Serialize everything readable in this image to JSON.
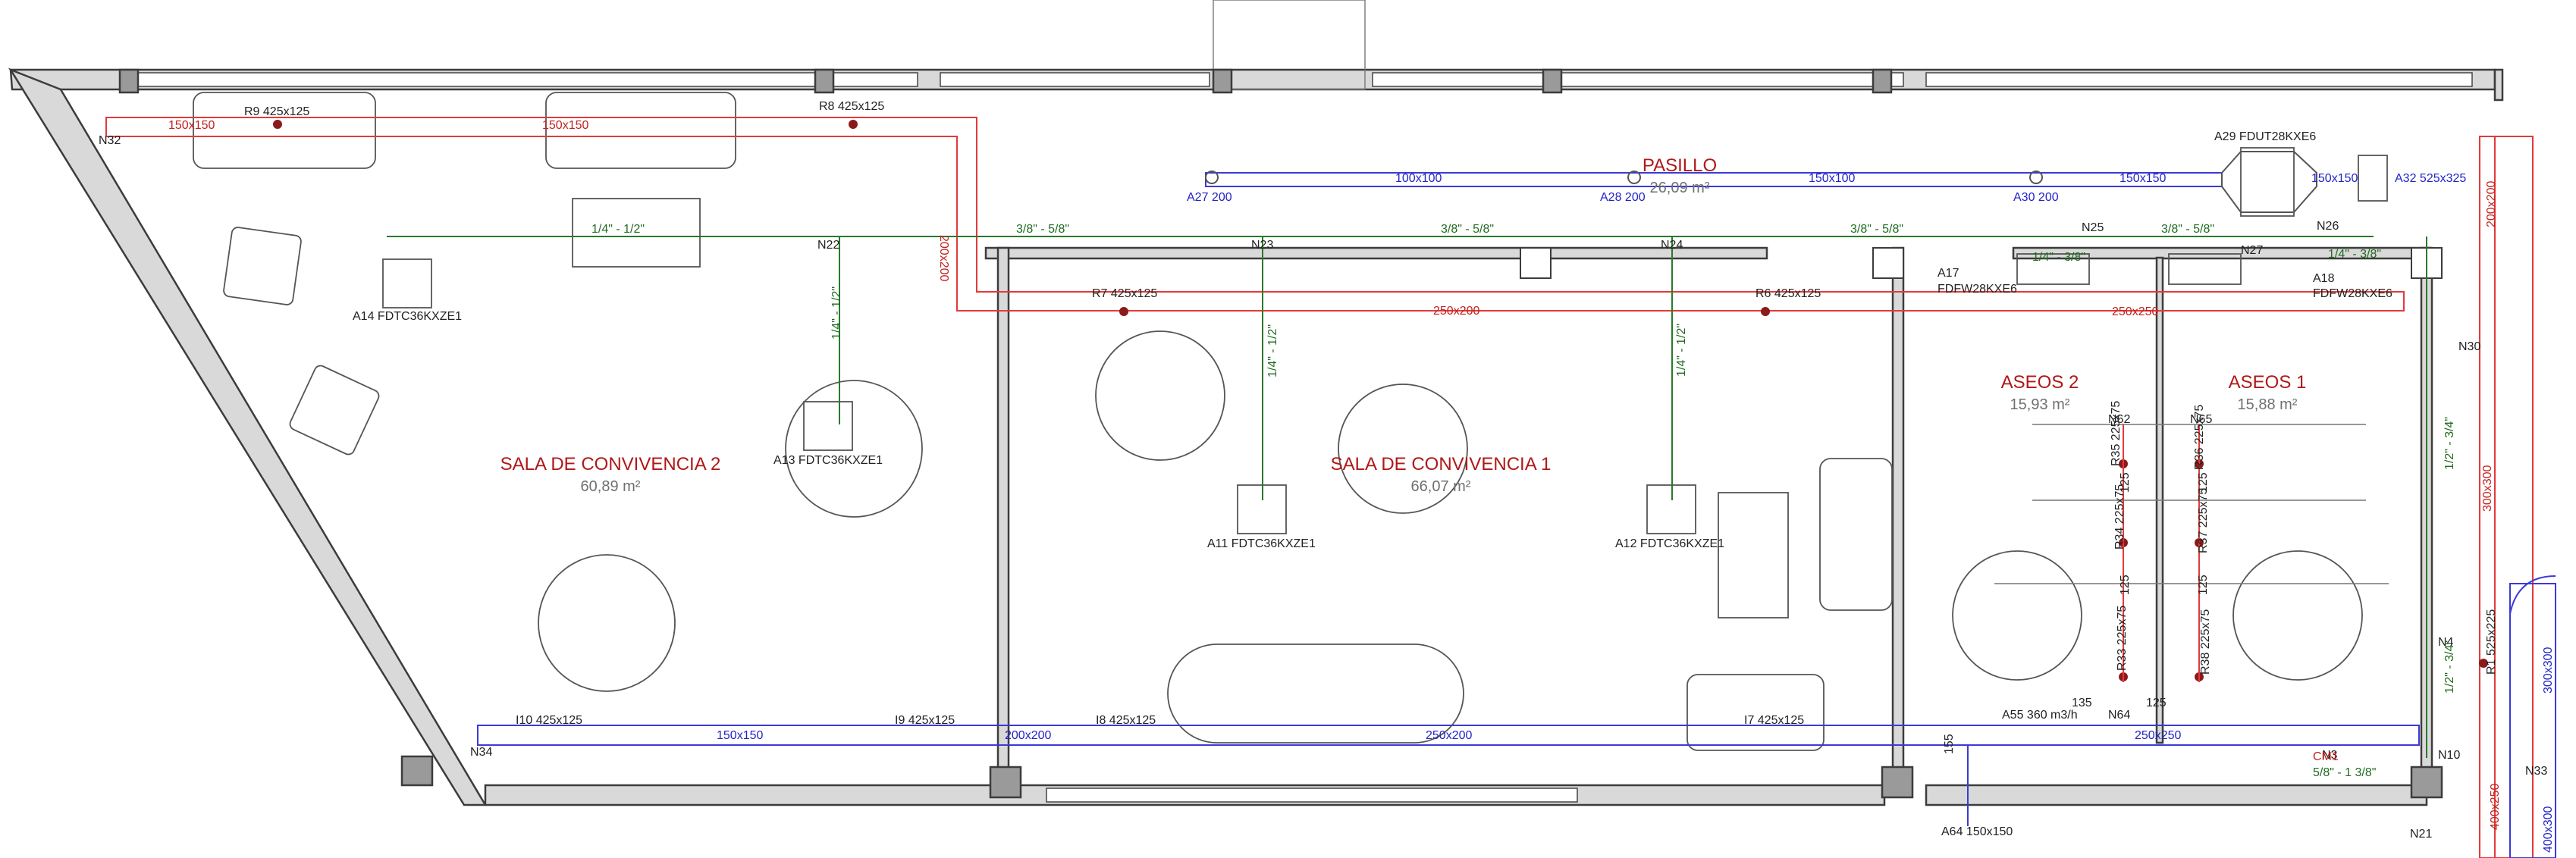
{
  "rooms": {
    "sala2": {
      "name": "SALA DE CONVIVENCIA 2",
      "area": "60,89 m²"
    },
    "sala1": {
      "name": "SALA DE CONVIVENCIA 1",
      "area": "66,07 m²"
    },
    "pasillo": {
      "name": "PASILLO",
      "area": "26,09 m²"
    },
    "aseos2": {
      "name": "ASEOS 2",
      "area": "15,93 m²"
    },
    "aseos1": {
      "name": "ASEOS 1",
      "area": "15,88 m²"
    }
  },
  "units": {
    "a14": "A14  FDTC36KXZE1",
    "a13": "A13  FDTC36KXZE1",
    "a11": "A11  FDTC36KXZE1",
    "a12": "A12  FDTC36KXZE1",
    "a29": "A29  FDUT28KXE6",
    "a17a": "A17",
    "a17b": "FDFW28KXE6",
    "a18a": "A18",
    "a18b": "FDFW28KXE6"
  },
  "nodes": {
    "n32": "N32",
    "n22": "N22",
    "n23": "N23",
    "n24": "N24",
    "n25": "N25",
    "n26": "N26",
    "n27": "N27",
    "n30": "N30",
    "n34": "N34",
    "n62": "N62",
    "n65": "N65",
    "n64": "N64",
    "n3": "N3",
    "n4": "N4",
    "n10": "N10",
    "n33": "N33",
    "n21": "N21"
  },
  "red_ducts": {
    "d150_1": "150x150",
    "r9": "R9 425x125",
    "d150_2": "150x150",
    "r8": "R8 425x125",
    "d200v": "200x200",
    "r7": "R7 425x125",
    "d250": "250x200",
    "r6": "R6 425x125",
    "d250r": "250x250",
    "d200r": "200x200",
    "d300r": "300x300",
    "r1": "R1 525x225",
    "d400r": "400x250",
    "r35": "R35 225x75",
    "r36": "R36 225x75",
    "r34": "R34 225x75",
    "r37": "R37 225x75",
    "r33": "R33 225x75",
    "r38": "R38 225x75",
    "d125a": "125",
    "d125b": "125",
    "d125c": "125",
    "d125d": "125"
  },
  "blue_ducts": {
    "a27": "A27  200",
    "a28": "A28  200",
    "a30": "A30  200",
    "d100": "100x100",
    "d150p": "150x100",
    "d150c": "150x150",
    "d150d": "150x150",
    "a32": "A32  525x325",
    "i10": "I10 425x125",
    "d150b": "150x150",
    "i9": "I9 425x125",
    "d200b": "200x200",
    "i8": "I8 425x125",
    "d250b": "250x200",
    "i7": "I7 425x125",
    "d250b2": "250x250",
    "a55": "A55  360 m3/h",
    "d135": "135",
    "d125b": "125",
    "d155": "155",
    "a64": "A64  150x150",
    "d300b": "300x300",
    "d400b": "400x300"
  },
  "pipes": {
    "p1": "1/4\" - 1/2\"",
    "p2": "3/8\" - 5/8\"",
    "p3": "3/8\" - 5/8\"",
    "p4": "3/8\" - 5/8\"",
    "p5": "1/4\" - 3/8\"",
    "p6": "3/8\" - 5/8\"",
    "p7": "1/4\" - 3/8\"",
    "p8": "1/4\" - 1/2\"",
    "p9": "1/4\" - 1/2\"",
    "p10": "1/4\" - 1/2\"",
    "p11": "1/2\" - 3/4\"",
    "p12": "1/2\" - 3/4\"",
    "p13": "5/8\" - 1 3/8\"",
    "cm1": "CM1"
  },
  "colors": {
    "supply": "#e23a3a",
    "return": "#3a3ad8",
    "refrigerant": "#2a7a2a",
    "room_label": "#b01818",
    "wall": "#d9d9d9"
  }
}
